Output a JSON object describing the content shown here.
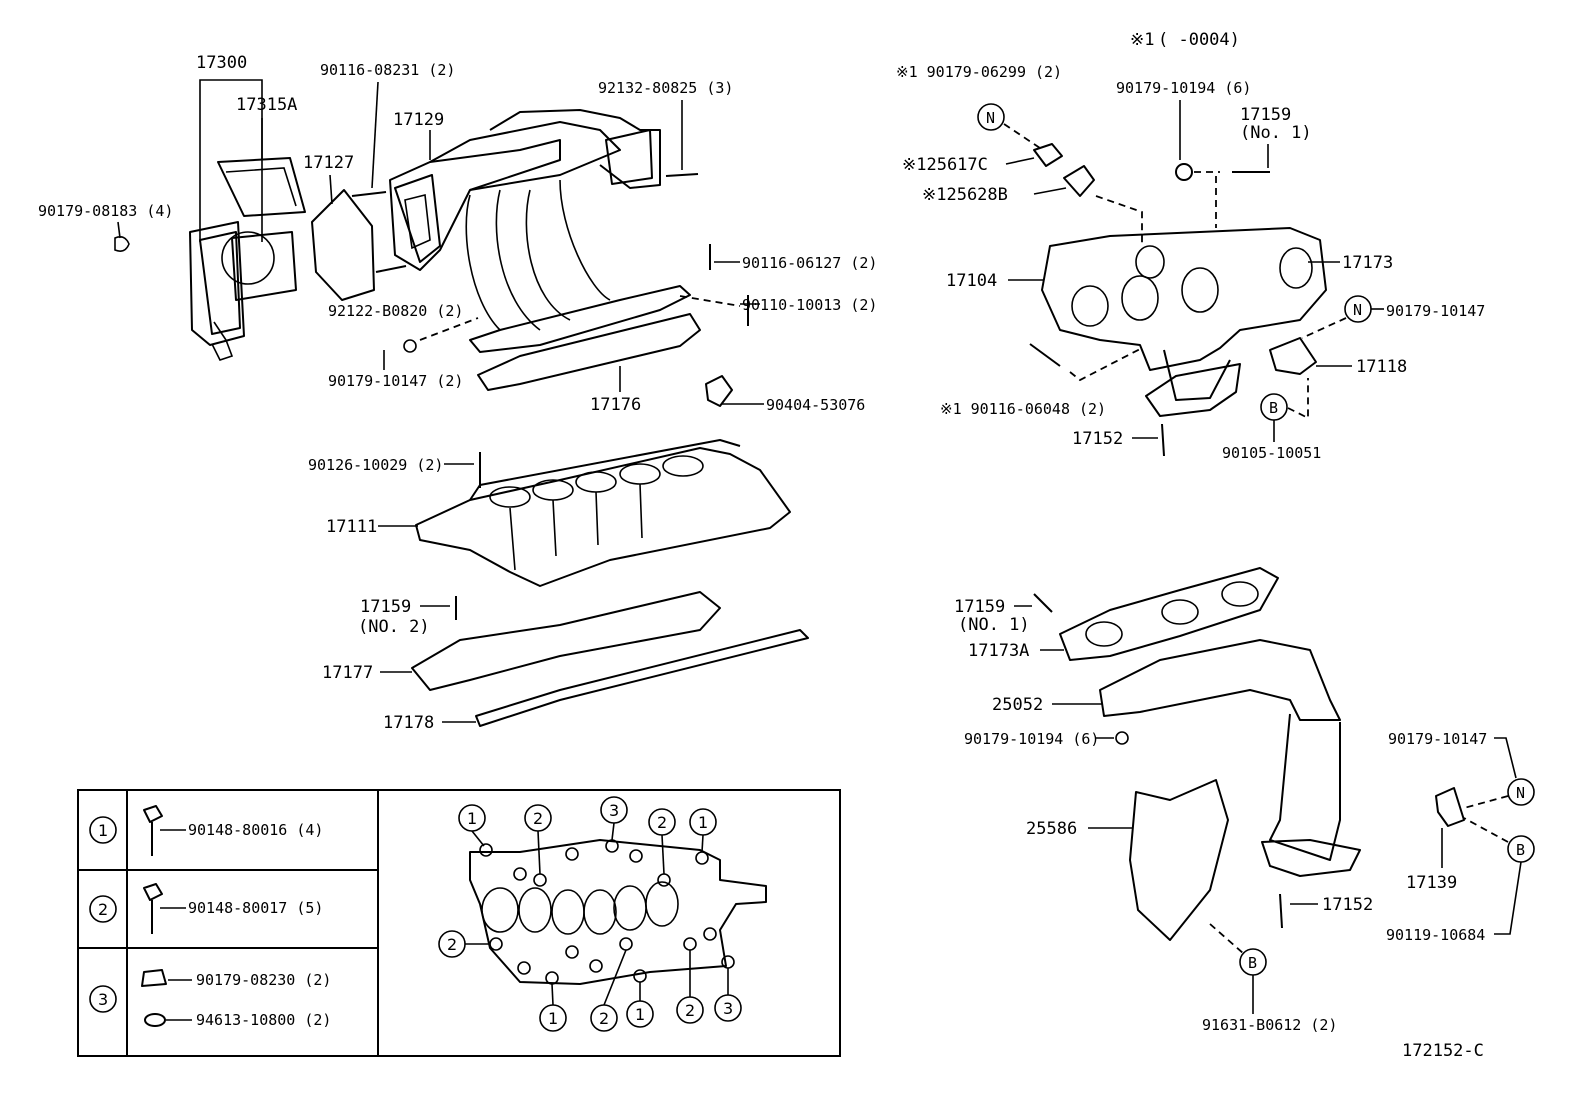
{
  "figure_code": "172152-C",
  "note_header": {
    "mark": "※1",
    "range": "(        -0004)"
  },
  "labels": {
    "p17300": "17300",
    "p17315a": "17315A",
    "p90116_08231": "90116-08231 (2)",
    "p17129": "17129",
    "p92132_80825": "92132-80825 (3)",
    "p17127": "17127",
    "p90179_08183": "90179-08183 (4)",
    "p90116_06127": "90116-06127 (2)",
    "p92122_b0820": "92122-B0820 (2)",
    "p90110_10013": "90110-10013 (2)",
    "p90179_10147_2": "90179-10147 (2)",
    "p17176": "17176",
    "p90404_53076": "90404-53076",
    "p90126_10029": "90126-10029 (2)",
    "p17111": "17111",
    "p17159_no2": "17159",
    "p17159_no2_sub": "(NO. 2)",
    "p17177": "17177",
    "p17178": "17178",
    "p90179_06299": "※1 90179-06299 (2)",
    "p125617c": "※125617C",
    "p125628b": "※125628B",
    "p90179_10194_6a": "90179-10194 (6)",
    "p17159_no1": "17159",
    "p17159_no1_sub": "(No. 1)",
    "p17104": "17104",
    "p17173": "17173",
    "p90179_10147_r": "90179-10147",
    "p17118": "17118",
    "p90116_06048": "※1 90116-06048 (2)",
    "p17152_a": "17152",
    "p90105_10051": "90105-10051",
    "p17159_no1b": "17159",
    "p17159_no1b_sub": "(NO. 1)",
    "p17173a": "17173A",
    "p25052": "25052",
    "p90179_10194_6b": "90179-10194 (6)",
    "p90179_10147_b": "90179-10147",
    "p25586": "25586",
    "p17139": "17139",
    "p17152_b": "17152",
    "p90119_10684": "90119-10684",
    "p91631_b0612": "91631-B0612 (2)"
  },
  "circle_marks": {
    "n": "N",
    "b": "B",
    "one": "1",
    "two": "2",
    "three": "3"
  },
  "legend_table": {
    "rows": [
      {
        "key": "1",
        "part": "90148-80016 (4)"
      },
      {
        "key": "2",
        "part": "90148-80017 (5)"
      },
      {
        "key": "3",
        "part": "90179-08230 (2)",
        "part2": "94613-10800 (2)"
      }
    ]
  }
}
